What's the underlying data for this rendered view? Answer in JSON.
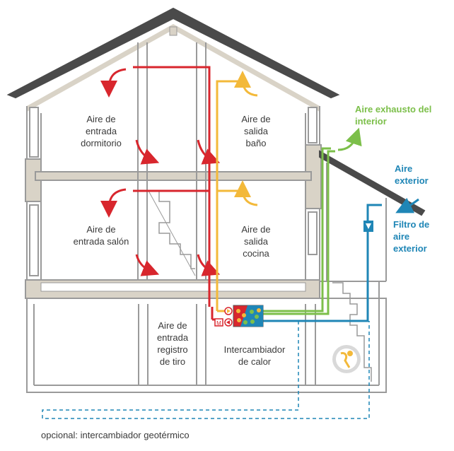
{
  "labels": {
    "dormitorio": [
      "Aire de",
      "entrada",
      "dormitorio"
    ],
    "bano": [
      "Aire de",
      "salida",
      "baño"
    ],
    "salon": [
      "Aire de",
      "entrada salón"
    ],
    "cocina": [
      "Aire de",
      "salida",
      "cocina"
    ],
    "registro": [
      "Aire de",
      "entrada",
      "registro",
      "de tiro"
    ],
    "intercambiador": [
      "Intercambiador",
      "de calor"
    ],
    "exhausto": [
      "Aire exhausto del",
      "interior"
    ],
    "exterior": [
      "Aire",
      "exterior"
    ],
    "filtro": [
      "Filtro de",
      "aire",
      "exterior"
    ]
  },
  "caption": "opcional: intercambiador geotérmico",
  "colors": {
    "supply": "#d8262d",
    "extract": "#f3b93a",
    "exhaust": "#7cbf4a",
    "outdoor": "#1f86b6",
    "wall": "#d9d3c7",
    "roof": "#4a4a4a"
  },
  "icons": [
    "fan-icon",
    "motor-icon",
    "heat-exchanger-icon",
    "filter-icon",
    "geothermal-icon"
  ]
}
